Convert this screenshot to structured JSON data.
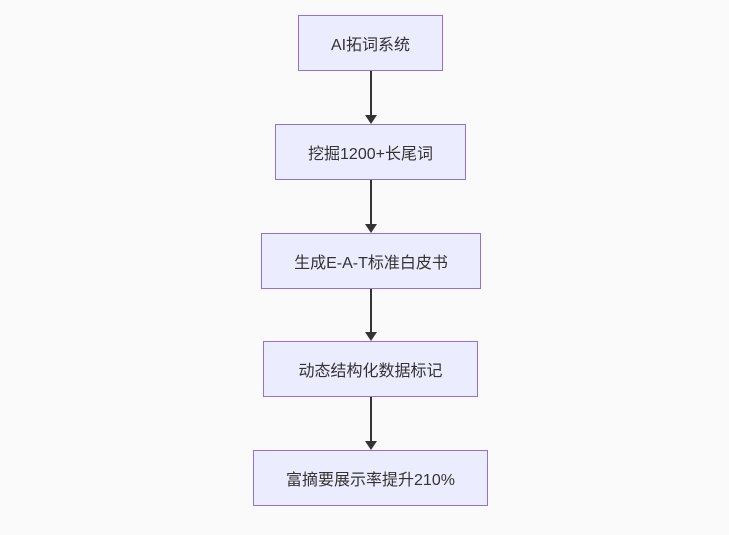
{
  "flowchart": {
    "type": "flowchart",
    "direction": "top-down",
    "nodes": [
      {
        "id": "step-1",
        "label": "AI拓词系统"
      },
      {
        "id": "step-2",
        "label": "挖掘1200+长尾词"
      },
      {
        "id": "step-3",
        "label": "生成E-A-T标准白皮书"
      },
      {
        "id": "step-4",
        "label": "动态结构化数据标记"
      },
      {
        "id": "step-5",
        "label": "富摘要展示率提升210%"
      }
    ],
    "edges": [
      {
        "from": "step-1",
        "to": "step-2",
        "arrow": "down"
      },
      {
        "from": "step-2",
        "to": "step-3",
        "arrow": "down"
      },
      {
        "from": "step-3",
        "to": "step-4",
        "arrow": "down"
      },
      {
        "from": "step-4",
        "to": "step-5",
        "arrow": "down"
      }
    ]
  },
  "colors": {
    "canvas-bg": "#fafafa",
    "node-fill": "#ECECFF",
    "node-border": "#9370DB",
    "text-color": "#333333",
    "arrow-color": "#333333"
  }
}
